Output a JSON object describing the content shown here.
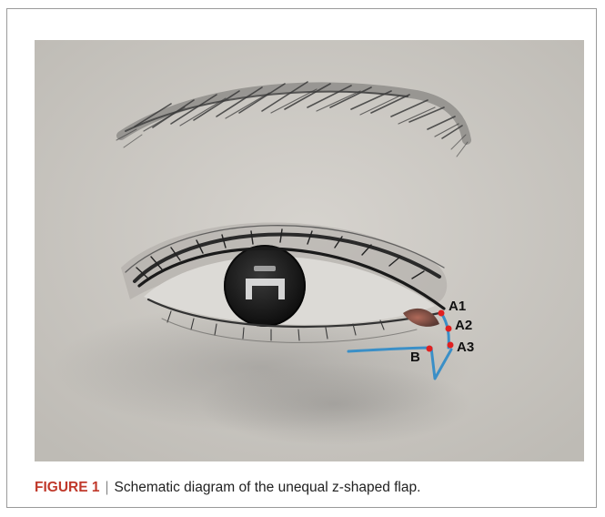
{
  "figure": {
    "markers": [
      {
        "id": "A1",
        "label": "A1"
      },
      {
        "id": "A2",
        "label": "A2"
      },
      {
        "id": "A3",
        "label": "A3"
      },
      {
        "id": "B",
        "label": "B"
      }
    ],
    "colors": {
      "marker_dot": "#e02020",
      "incision_line": "#3a8fc7",
      "paper": "#c9c6c1"
    }
  },
  "caption": {
    "label": "FIGURE 1",
    "separator": "|",
    "text": "Schematic diagram of the unequal z-shaped flap."
  }
}
